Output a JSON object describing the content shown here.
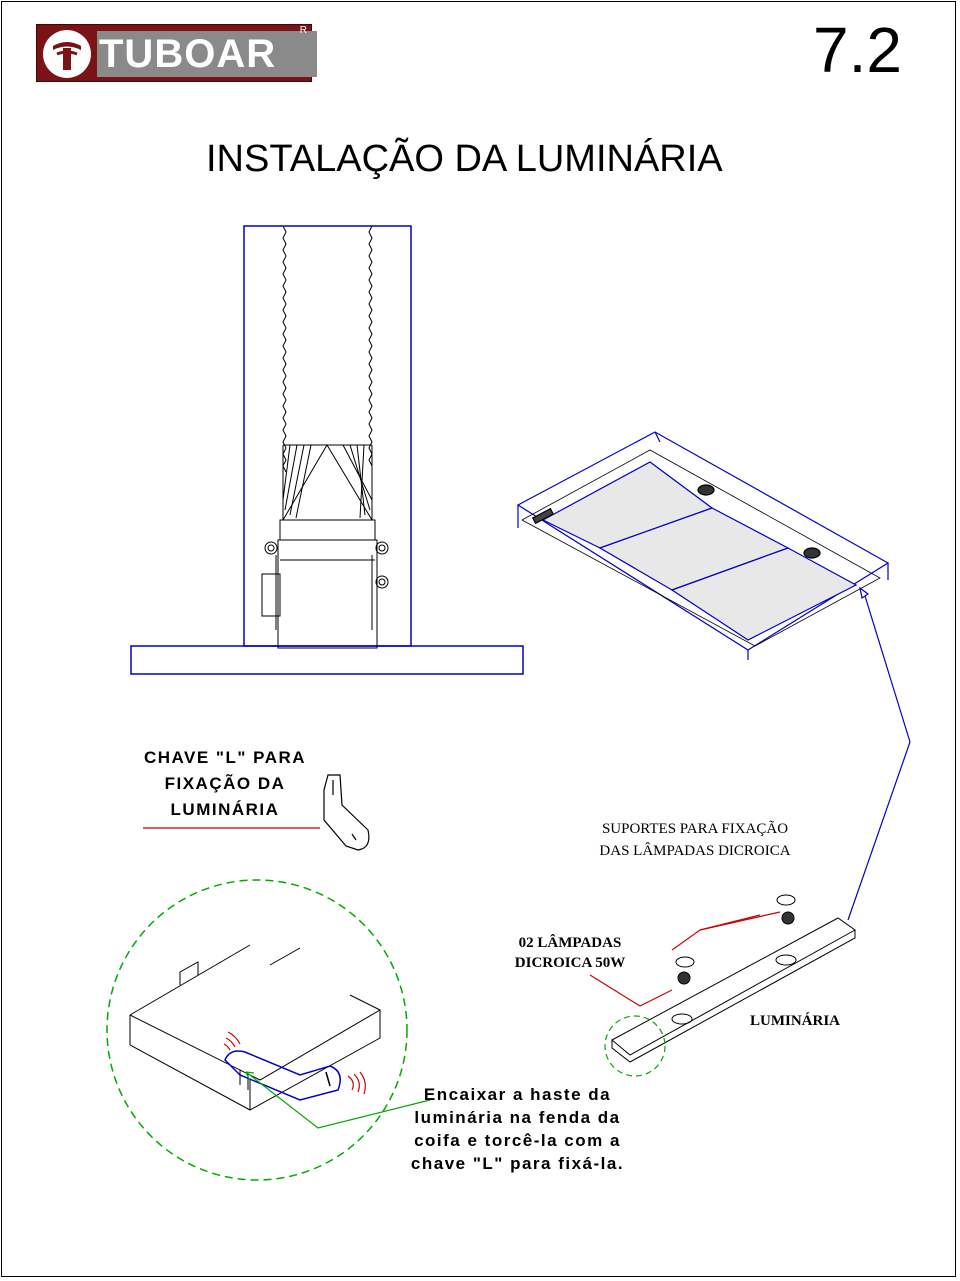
{
  "header": {
    "logo_text": "TUBOAR",
    "logo_reg": "R",
    "page_number": "7.2"
  },
  "title": "INSTALAÇÃO DA LUMINÁRIA",
  "labels": {
    "chave": "CHAVE \"L\" PARA FIXAÇÃO DA LUMINÁRIA",
    "suportes": "SUPORTES PARA FIXAÇÃO DAS LÂMPADAS DICROICA",
    "lampadas": "02 LÂMPADAS DICROICA 50W",
    "luminaria": "LUMINÁRIA",
    "encaixar": "Encaixar a haste da luminária na fenda da coifa e torcê-la com a chave \"L\" para fixá-la."
  },
  "colors": {
    "brand": "#7a1216",
    "outline_blue": "#0000cc",
    "callout_red": "#cc0000",
    "callout_green": "#00aa00"
  }
}
